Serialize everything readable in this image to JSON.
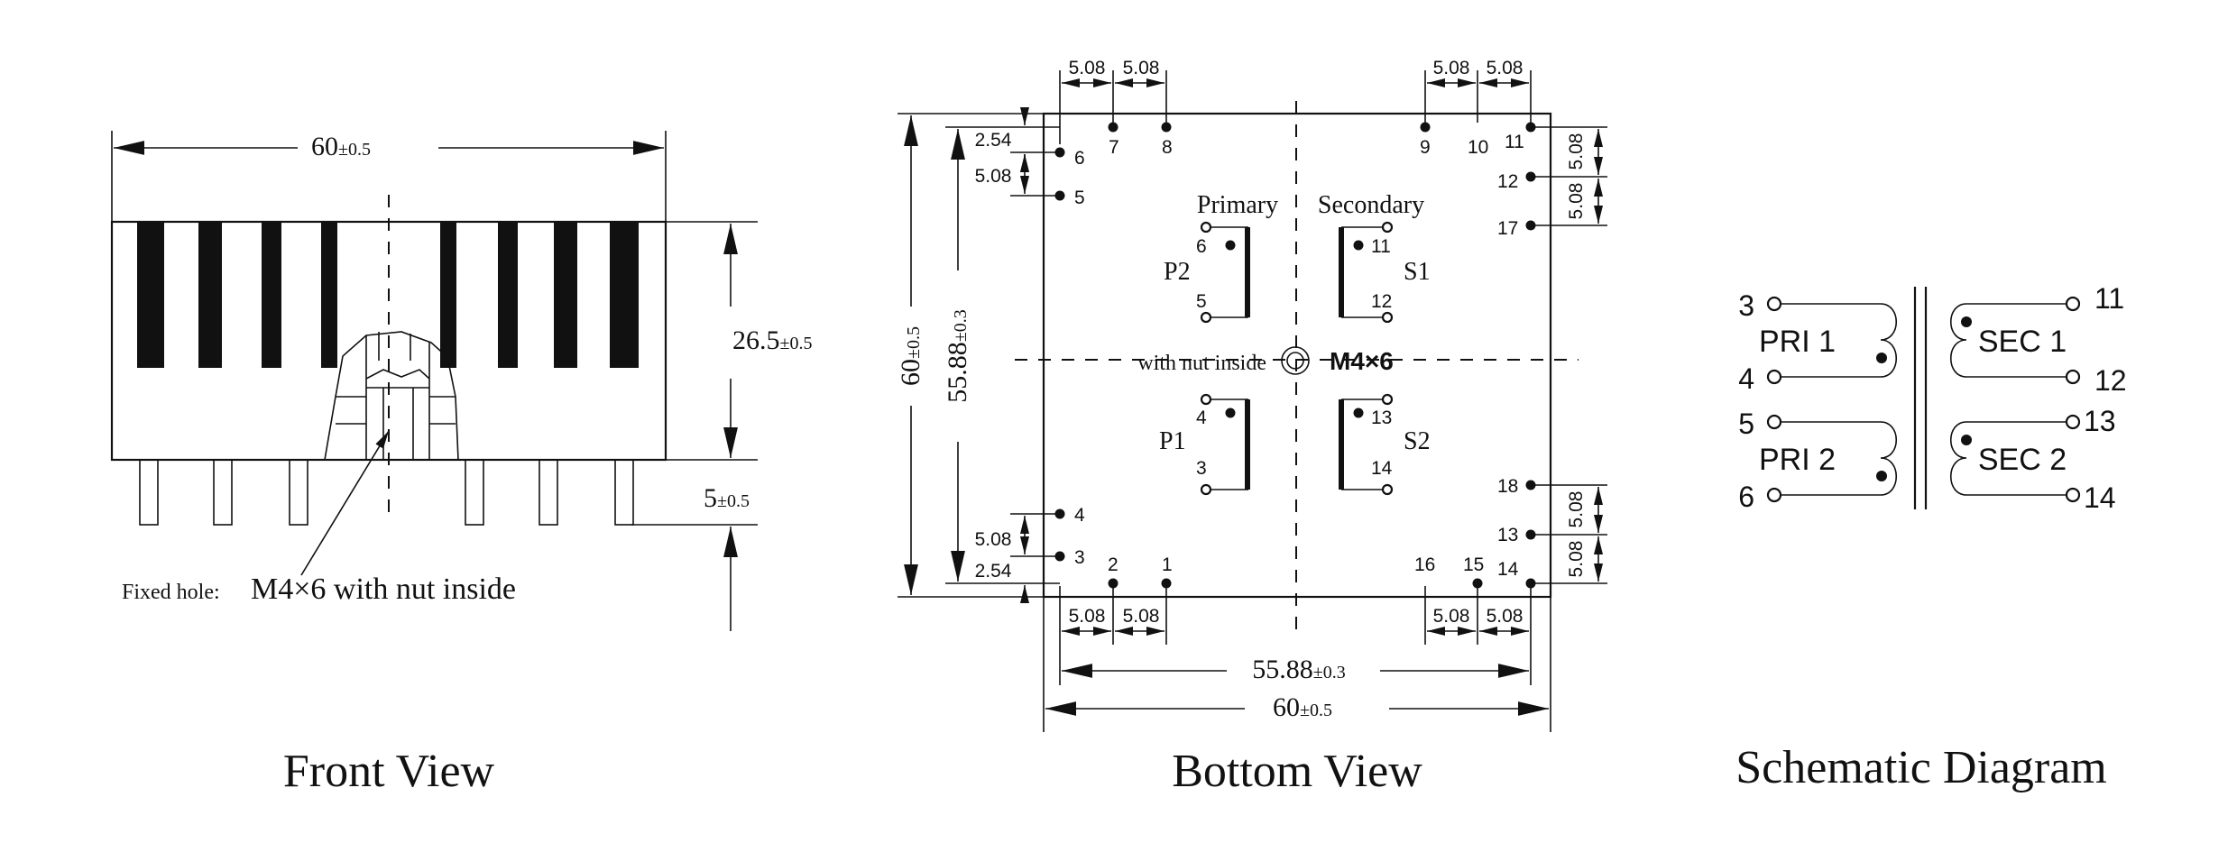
{
  "front_view": {
    "title": "Front View",
    "dim_width": "60",
    "dim_width_tol": "±0.5",
    "dim_height": "26.5",
    "dim_height_tol": "±0.5",
    "dim_pin": "5",
    "dim_pin_tol": "±0.5",
    "fixed_hole_label": "Fixed hole:",
    "fixed_hole_value": "M4×6 with nut inside"
  },
  "bottom_view": {
    "title": "Bottom View",
    "primary_label": "Primary",
    "secondary_label": "Secondary",
    "nut_label": "with nut inside",
    "screw_label": "M4×6",
    "winding_p2": "P2",
    "winding_p1": "P1",
    "winding_s1": "S1",
    "winding_s2": "S2",
    "dim_pitch": "5.08",
    "dim_offset": "2.54",
    "dim_span": "55.88",
    "dim_span_tol": "±0.3",
    "dim_body": "60",
    "dim_body_tol": "±0.5",
    "pins": {
      "p1": "1",
      "p2": "2",
      "p3": "3",
      "p4": "4",
      "p5": "5",
      "p6": "6",
      "p7": "7",
      "p8": "8",
      "p9": "9",
      "p10": "10",
      "p11": "11",
      "p12": "12",
      "p13": "13",
      "p14": "14",
      "p15": "15",
      "p16": "16",
      "p17": "17",
      "p18": "18"
    }
  },
  "schematic": {
    "title": "Schematic Diagram",
    "pri1": "PRI 1",
    "pri2": "PRI 2",
    "sec1": "SEC 1",
    "sec2": "SEC 2",
    "pin3": "3",
    "pin4": "4",
    "pin5": "5",
    "pin6": "6",
    "pin11": "11",
    "pin12": "12",
    "pin13": "13",
    "pin14": "14"
  }
}
